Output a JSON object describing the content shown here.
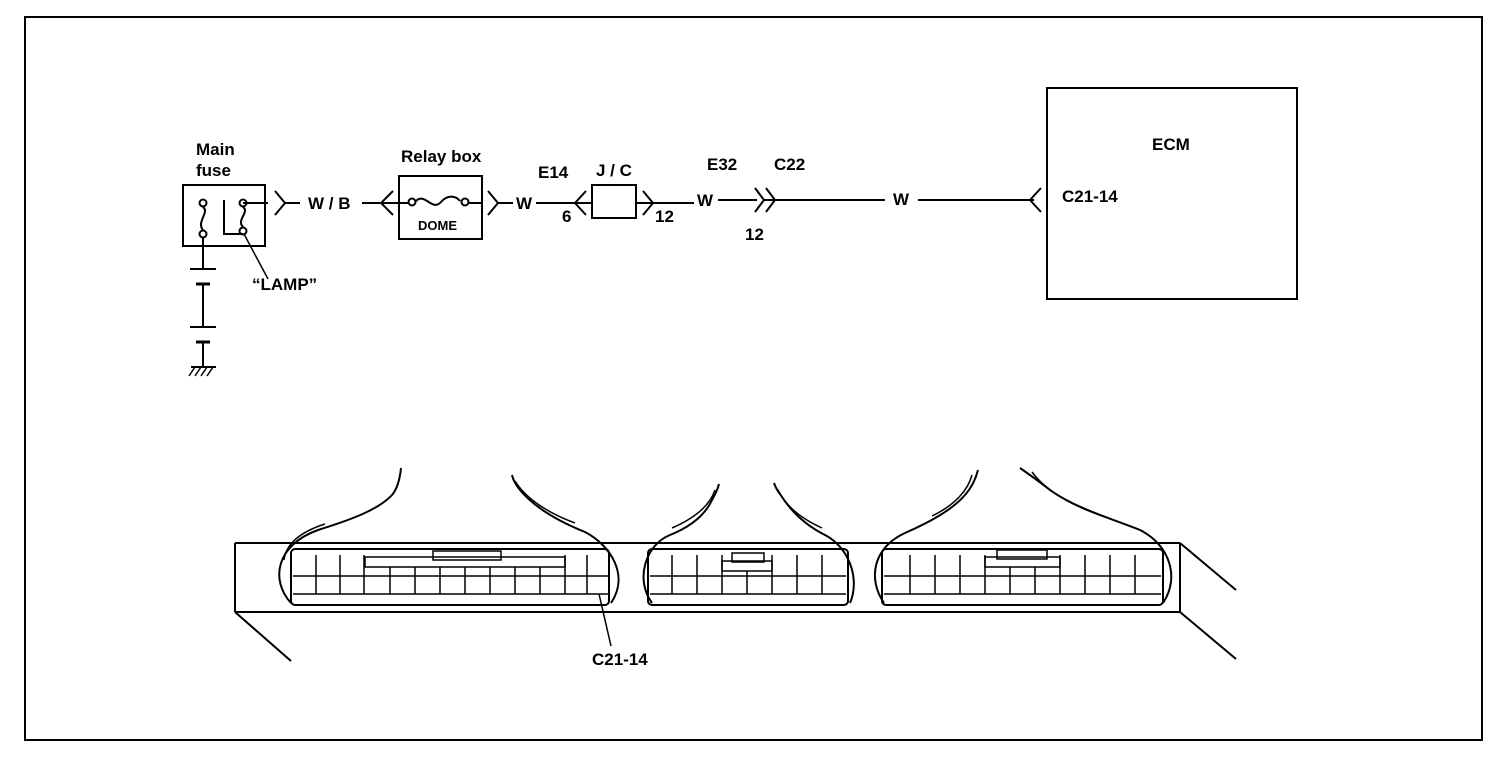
{
  "diagram": {
    "main_fuse_label_line1": "Main",
    "main_fuse_label_line2": "fuse",
    "lamp_label": "“LAMP”",
    "wire_wb": "W / B",
    "relay_box_label": "Relay box",
    "dome_label": "DOME",
    "wire_w_1": "W",
    "e14_label": "E14",
    "e14_pin": "6",
    "jc_label": "J / C",
    "jc_pin": "12",
    "wire_w_2": "W",
    "e32_label": "E32",
    "c22_label": "C22",
    "c22_pin": "12",
    "wire_w_3": "W",
    "ecm_label": "ECM",
    "ecm_pin_label": "C21-14",
    "connector_callout": "C21-14"
  }
}
